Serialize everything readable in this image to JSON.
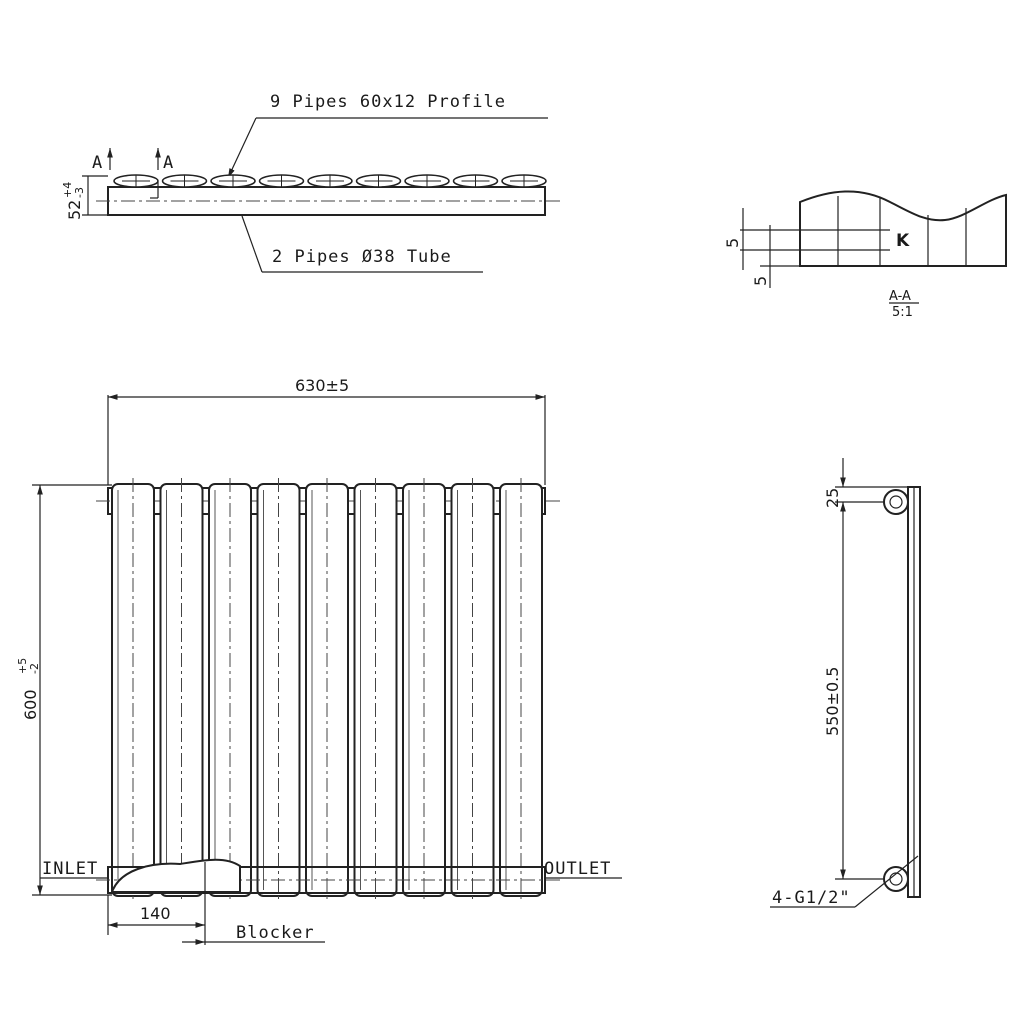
{
  "top_view": {
    "profile_label": "9 Pipes 60x12 Profile",
    "tube_label": "2 Pipes Ø38 Tube",
    "section_mark_left": "A",
    "section_mark_right": "A",
    "depth_dim": "52",
    "depth_tol_upper": "+4",
    "depth_tol_lower": "-3"
  },
  "section_detail": {
    "dim_upper": "5",
    "dim_lower": "5",
    "marker": "K",
    "title": "A-A",
    "scale": "5:1"
  },
  "front_view": {
    "width_dim": "630±5",
    "height_dim": "600",
    "height_tol_upper": "+5",
    "height_tol_lower": "-2",
    "inlet_label": "INLET",
    "outlet_label": "OUTLET",
    "offset_dim": "140",
    "blocker_label": "Blocker",
    "pipe_count": 9
  },
  "side_view": {
    "top_offset_dim": "25",
    "centers_dim": "550±0.5",
    "connection_label": "4-G1/2\""
  }
}
